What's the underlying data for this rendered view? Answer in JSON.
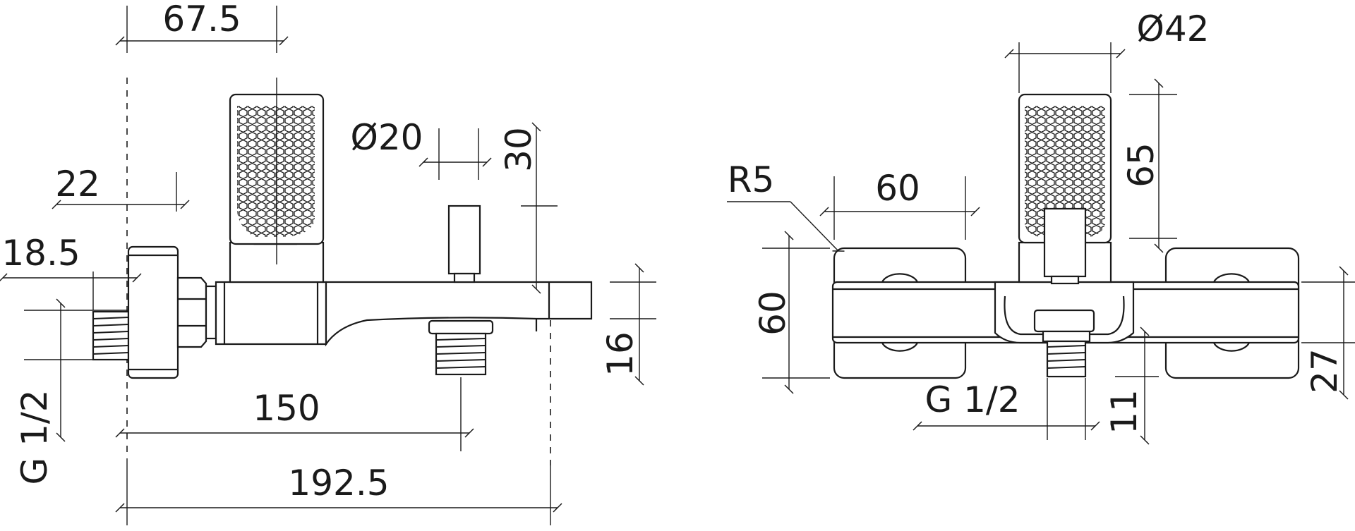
{
  "side_view": {
    "dims": {
      "top_width": "67.5",
      "offset": "22",
      "depth": "18.5",
      "thread": "G 1/2",
      "spout_dia": "Ø20",
      "spout_height": "30",
      "spout_thickness": "16",
      "outlet_distance": "150",
      "total_length": "192.5"
    }
  },
  "front_view": {
    "dims": {
      "handle_dia": "Ø42",
      "handle_height": "65",
      "radius": "R5",
      "escutcheon_width": "60",
      "escutcheon_height": "60",
      "thread": "G 1/2",
      "outlet_offset": "11",
      "body_height": "27"
    }
  },
  "colors": {
    "line": "#1a1a1a",
    "background": "#ffffff"
  }
}
